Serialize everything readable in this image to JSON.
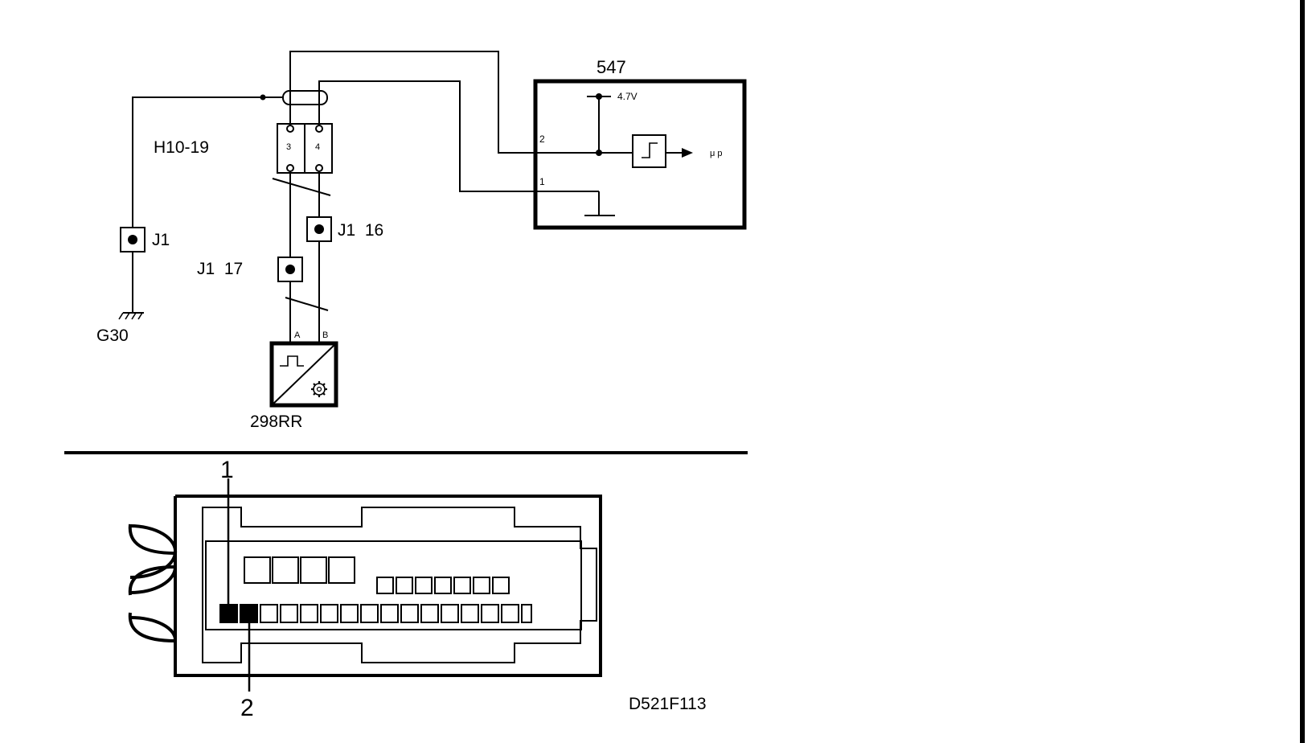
{
  "labels": {
    "module": "547",
    "supply_voltage": "4.7V",
    "module_pin_2": "2",
    "module_pin_1": "1",
    "output": "μ p",
    "connector": "H10-19",
    "connector_pin_3": "3",
    "connector_pin_4": "4",
    "junction_ground": "J1",
    "junction_17": "J1  17",
    "junction_16": "J1  16",
    "ground": "G30",
    "sensor_pin_a": "A",
    "sensor_pin_b": "B",
    "sensor": "298RR",
    "callout_1": "1",
    "callout_2": "2",
    "figure_code": "D521F113"
  },
  "connector_view": {
    "top_row_large_pins": 4,
    "middle_row_pins": 7,
    "bottom_row_pins": 16,
    "highlighted_pins": [
      "1",
      "2"
    ]
  },
  "colors": {
    "ink": "#000000",
    "paper": "#ffffff"
  }
}
